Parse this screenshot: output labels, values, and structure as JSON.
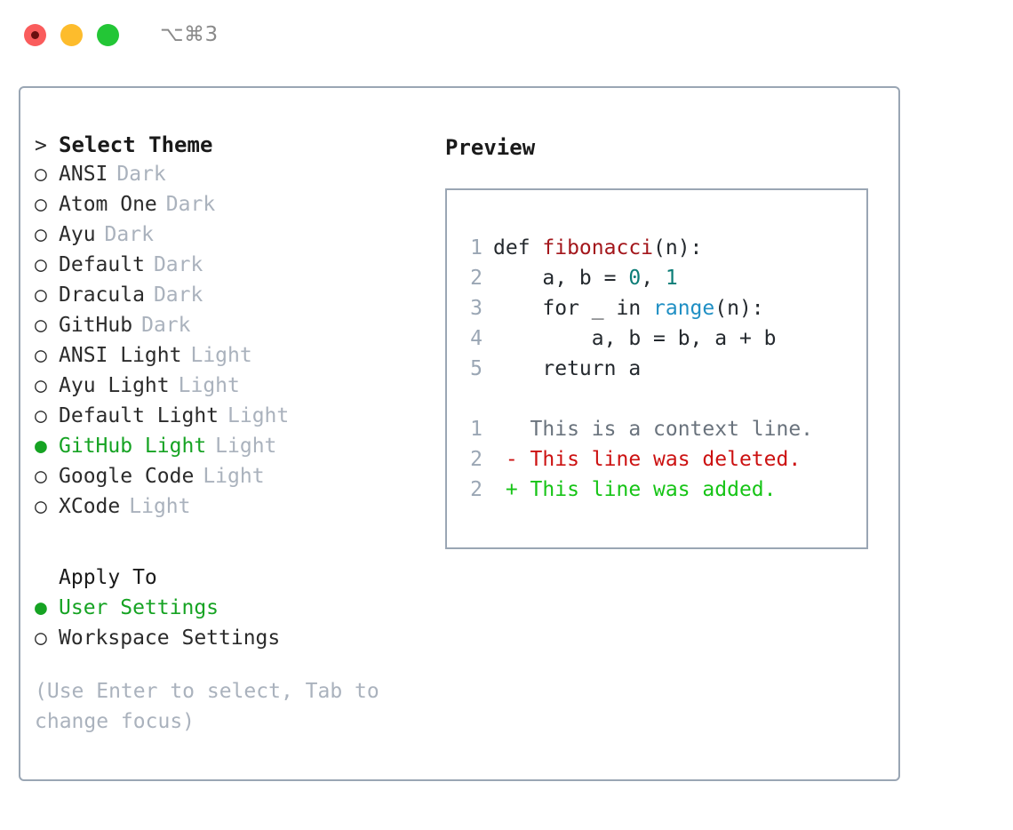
{
  "titlebar": {
    "shortcut": "⌥⌘3",
    "buttons": {
      "close": "close-button",
      "minimize": "minimize-button",
      "zoom": "zoom-button"
    }
  },
  "theme_picker": {
    "heading": "Select Theme",
    "heading_marker": ">",
    "marker_unselected": "○",
    "marker_selected": "●",
    "items": [
      {
        "label": "ANSI",
        "badge": "Dark",
        "selected": false
      },
      {
        "label": "Atom One",
        "badge": "Dark",
        "selected": false
      },
      {
        "label": "Ayu",
        "badge": "Dark",
        "selected": false
      },
      {
        "label": "Default",
        "badge": "Dark",
        "selected": false
      },
      {
        "label": "Dracula",
        "badge": "Dark",
        "selected": false
      },
      {
        "label": "GitHub",
        "badge": "Dark",
        "selected": false
      },
      {
        "label": "ANSI Light",
        "badge": "Light",
        "selected": false
      },
      {
        "label": "Ayu Light",
        "badge": "Light",
        "selected": false
      },
      {
        "label": "Default Light",
        "badge": "Light",
        "selected": false
      },
      {
        "label": "GitHub Light",
        "badge": "Light",
        "selected": true
      },
      {
        "label": "Google Code",
        "badge": "Light",
        "selected": false
      },
      {
        "label": "XCode",
        "badge": "Light",
        "selected": false
      }
    ]
  },
  "apply_to": {
    "heading": "Apply To",
    "items": [
      {
        "label": "User Settings",
        "selected": true
      },
      {
        "label": "Workspace Settings",
        "selected": false
      }
    ]
  },
  "hint": "(Use Enter to select, Tab to change focus)",
  "preview": {
    "title": "Preview",
    "code_lines": [
      {
        "lineno": "1",
        "tokens": [
          {
            "text": "def ",
            "type": "plain"
          },
          {
            "text": "fibonacci",
            "type": "fn"
          },
          {
            "text": "(n):",
            "type": "plain"
          }
        ]
      },
      {
        "lineno": "2",
        "tokens": [
          {
            "text": "    a, b = ",
            "type": "plain"
          },
          {
            "text": "0",
            "type": "num"
          },
          {
            "text": ", ",
            "type": "plain"
          },
          {
            "text": "1",
            "type": "num"
          }
        ]
      },
      {
        "lineno": "3",
        "tokens": [
          {
            "text": "    for _ in ",
            "type": "plain"
          },
          {
            "text": "range",
            "type": "call"
          },
          {
            "text": "(n):",
            "type": "plain"
          }
        ]
      },
      {
        "lineno": "4",
        "tokens": [
          {
            "text": "        a, b = b, a + b",
            "type": "plain"
          }
        ]
      },
      {
        "lineno": "5",
        "tokens": [
          {
            "text": "    return a",
            "type": "plain"
          }
        ]
      }
    ],
    "diff_lines": [
      {
        "lineno": "1",
        "sign": " ",
        "text": "This is a context line.",
        "type": "ctx"
      },
      {
        "lineno": "2",
        "sign": "-",
        "text": "This line was deleted.",
        "type": "del"
      },
      {
        "lineno": "2",
        "sign": "+",
        "text": "This line was added.",
        "type": "add"
      }
    ]
  },
  "colors": {
    "border": "#9aa6b4",
    "accent_green": "#16a323",
    "muted": "#aab2bd",
    "fn_red": "#a3161b",
    "num_teal": "#0d7d77",
    "call_blue": "#1f8fc4",
    "diff_del": "#cc1111",
    "diff_add": "#16c416",
    "light_red": "#fa5c5c",
    "light_yellow": "#fdbc2c",
    "light_green": "#23c636"
  }
}
